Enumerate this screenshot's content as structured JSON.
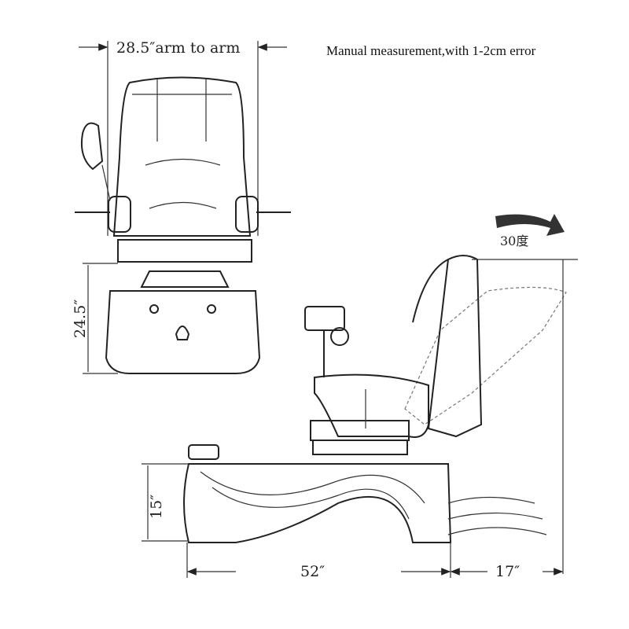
{
  "title_note": "Manual measurement,with 1-2cm error",
  "dimensions": {
    "arm_to_arm": "28.5″arm to arm",
    "front_height": "24.5″",
    "basin_height": "15″",
    "length": "52″",
    "recline_extension": "17″"
  },
  "recline_angle_label": "30度",
  "colors": {
    "line": "#222222",
    "arrow": "#333333"
  }
}
